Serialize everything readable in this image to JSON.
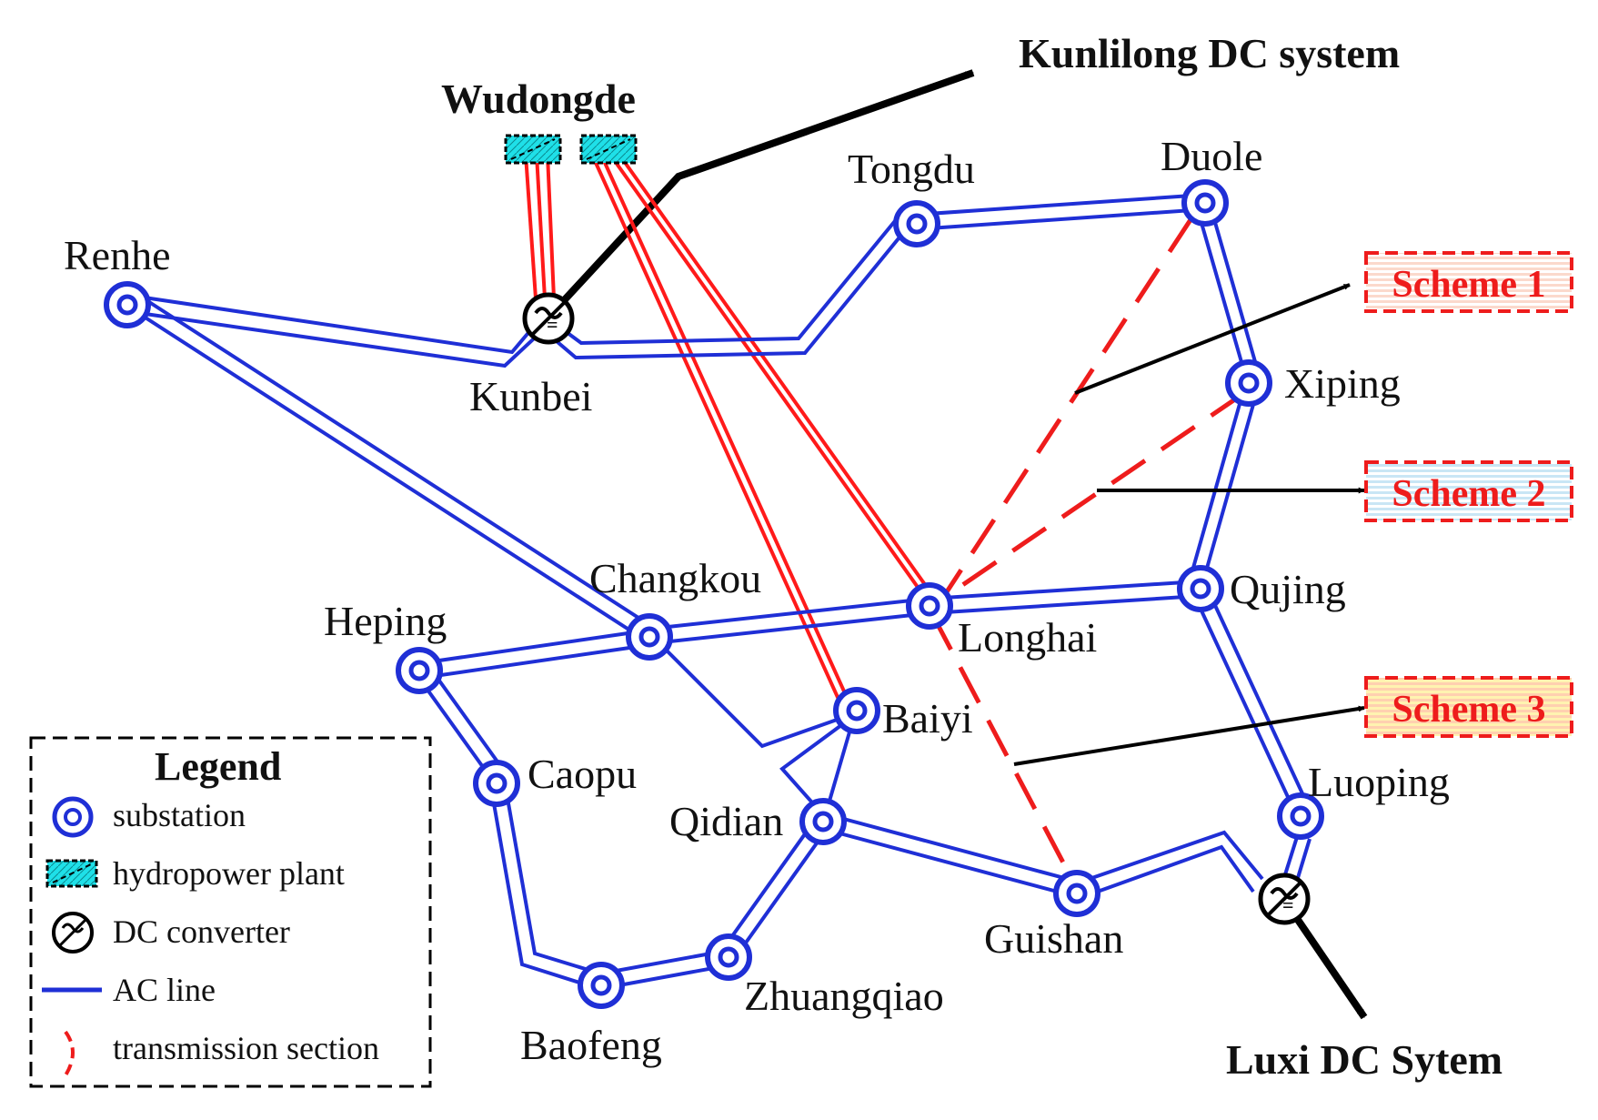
{
  "labels": {
    "kunlilong": "Kunlilong DC system",
    "wudongde": "Wudongde",
    "luxi": "Luxi DC Sytem"
  },
  "stations": {
    "renhe": "Renhe",
    "kunbei": "Kunbei",
    "tongdu": "Tongdu",
    "duole": "Duole",
    "xiping": "Xiping",
    "changkou": "Changkou",
    "heping": "Heping",
    "longhai": "Longhai",
    "qujing": "Qujing",
    "baiyi": "Baiyi",
    "caopu": "Caopu",
    "qidian": "Qidian",
    "luoping": "Luoping",
    "guishan": "Guishan",
    "zhuangqiao": "Zhuangqiao",
    "baofeng": "Baofeng"
  },
  "schemes": {
    "s1": "Scheme 1",
    "s2": "Scheme 2",
    "s3": "Scheme 3"
  },
  "legend": {
    "title": "Legend",
    "substation": "substation",
    "hydropower": "hydropower plant",
    "dc": "DC converter",
    "ac": "AC line",
    "section": "transmission section"
  },
  "colors": {
    "ac_line": "#1f2fd6",
    "hydro_line": "#ff1a1a",
    "section": "#ee1c1c",
    "hydro_fill": "#1fe0e8",
    "scheme_text": "#ee1c1c",
    "dc_arrow": "#000000"
  }
}
